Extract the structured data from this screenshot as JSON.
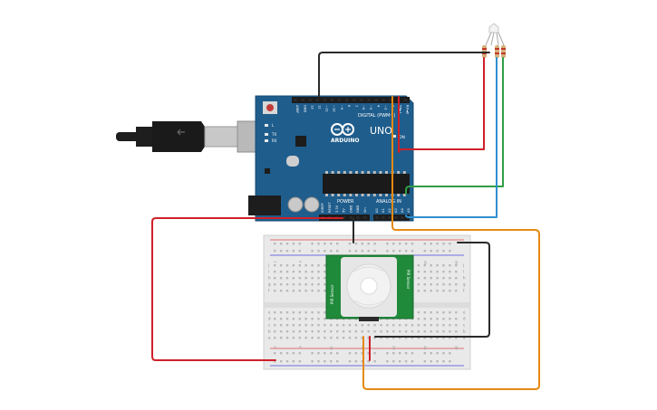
{
  "arduino": {
    "model": "UNO",
    "brand": "ARDUINO",
    "digital_header": "DIGITAL (PWM~)",
    "power_header": "POWER",
    "analog_header": "ANALOG IN",
    "on_label": "ON",
    "tx_label": "TX",
    "rx_label": "RX",
    "l_label": "L",
    "digital_pins": [
      "AREF",
      "GND",
      "13",
      "12",
      "~11",
      "~10",
      "~9",
      "8",
      "7",
      "~6",
      "~5",
      "4",
      "~3",
      "2",
      "TX►1",
      "RX◄0"
    ],
    "power_pins": [
      "IOREF",
      "RESET",
      "3.3V",
      "5V",
      "GND",
      "GND",
      "Vin"
    ],
    "analog_pins": [
      "A0",
      "A1",
      "A2",
      "A3",
      "A4",
      "A5"
    ]
  },
  "sensor": {
    "label_left": "PIR Sensor",
    "label_right": "PIR Sensor"
  },
  "breadboard": {
    "column_numbers": [
      "1",
      "5",
      "10",
      "15",
      "20",
      "25",
      "30"
    ],
    "row_letters_top": [
      "j",
      "i",
      "h",
      "g",
      "f"
    ],
    "row_letters_bottom": [
      "e",
      "d",
      "c",
      "b",
      "a"
    ]
  },
  "colors": {
    "board": "#1f5d8c",
    "wire_red": "#d0202a",
    "wire_black": "#2a2a2a",
    "wire_orange": "#e58a12",
    "wire_green": "#2f9c45",
    "wire_blue": "#2f8fd0",
    "sensor_pcb": "#1f8a3a"
  }
}
